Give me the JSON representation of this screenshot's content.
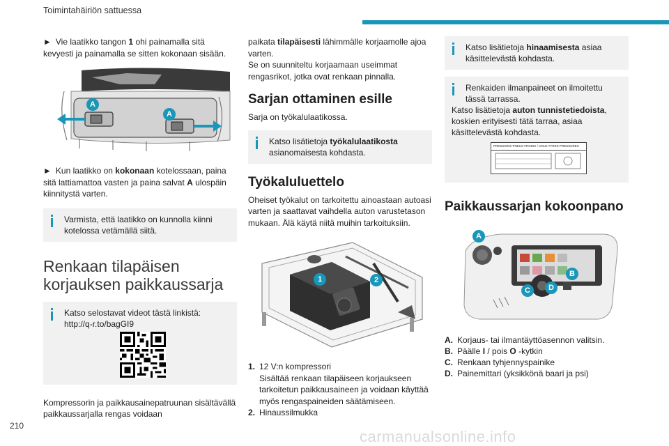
{
  "header": {
    "title": "Toimintahäiriön sattuessa"
  },
  "page_number": "210",
  "watermark": "carmanualsonline.info",
  "col1": {
    "p1_pre": "Vie laatikko tangon ",
    "p1_bold": "1",
    "p1_post": " ohi painamalla sitä kevyesti ja painamalla se sitten kokonaan sisään.",
    "fig1_callouts": [
      "A",
      "A"
    ],
    "p2_pre": "Kun laatikko on ",
    "p2_bold": "kokonaan",
    "p2_mid": " kotelossaan, paina sitä lattiamattoa vasten ja paina salvat ",
    "p2_bold2": "A",
    "p2_post": " ulospäin kiinnitystä varten.",
    "info1": "Varmista, että laatikko on kunnolla kiinni kotelossa vetämällä siitä.",
    "h_kit": "Renkaan tilapäisen korjauksen paikkaussarja",
    "info2": "Katso selostavat videot tästä linkistä: http://q-r.to/bagGI9",
    "p3": "Kompressorin ja paikkausainepatruunan sisältävällä paikkaussarjalla rengas voidaan"
  },
  "col2": {
    "p1_pre": "paikata ",
    "p1_bold": "tilapäisesti",
    "p1_post": " lähimmälle korjaamolle ajoa varten.",
    "p2": "Se on suunniteltu korjaamaan useimmat rengasrikot, jotka ovat renkaan pinnalla.",
    "h_sarja": "Sarjan ottaminen esille",
    "p3": "Sarja on työkalulaatikossa.",
    "info_pre": "Katso lisätietoja ",
    "info_bold": "työkalulaatikosta",
    "info_post": " asianomaisesta kohdasta.",
    "h_tools": "Työkaluluettelo",
    "p4": "Oheiset työkalut on tarkoitettu ainoastaan autoasi varten ja saattavat vaihdella auton varustetason mukaan. Älä käytä niitä muihin tarkoituksiin.",
    "fig_callouts": [
      "1",
      "2"
    ],
    "list": [
      {
        "num": "1.",
        "title": "12 V:n kompressori",
        "desc": "Sisältää renkaan tilapäiseen korjaukseen tarkoitetun paikkausaineen ja voidaan käyttää myös rengaspaineiden säätämiseen."
      },
      {
        "num": "2.",
        "title": "Hinaussilmukka",
        "desc": ""
      }
    ]
  },
  "col3": {
    "info1_pre": "Katso lisätietoja ",
    "info1_bold": "hinaamisesta",
    "info1_post": " asiaa käsittelevästä kohdasta.",
    "info2_line1": "Renkaiden ilmanpaineet on ilmoitettu tässä tarrassa.",
    "info2_pre": "Katso lisätietoja ",
    "info2_bold": "auton tunnistetiedoista",
    "info2_post": ", koskien erityisesti tätä tarraa, asiaa käsittelevästä kohdasta.",
    "label_text": "PRESSIONS PNEUS FROIDS / COLD TYRES PRESSURES",
    "h_assembly": "Paikkaussarjan kokoonpano",
    "fig_callouts": [
      "A",
      "B",
      "C",
      "D"
    ],
    "legend": [
      {
        "key": "A.",
        "pre": "Korjaus- tai ilmantäyttöasennon valitsin.",
        "b1": "",
        "mid": "",
        "b2": "",
        "post": ""
      },
      {
        "key": "B.",
        "pre": "Päälle ",
        "b1": "I",
        "mid": " / pois ",
        "b2": "O",
        "post": " -kytkin"
      },
      {
        "key": "C.",
        "pre": "Renkaan tyhjennyspainike",
        "b1": "",
        "mid": "",
        "b2": "",
        "post": ""
      },
      {
        "key": "D.",
        "pre": "Painemittari (yksikkönä baari ja psi)",
        "b1": "",
        "mid": "",
        "b2": "",
        "post": ""
      }
    ]
  },
  "colors": {
    "accent": "#1a96b8",
    "info_bg": "#f1f1f1"
  }
}
